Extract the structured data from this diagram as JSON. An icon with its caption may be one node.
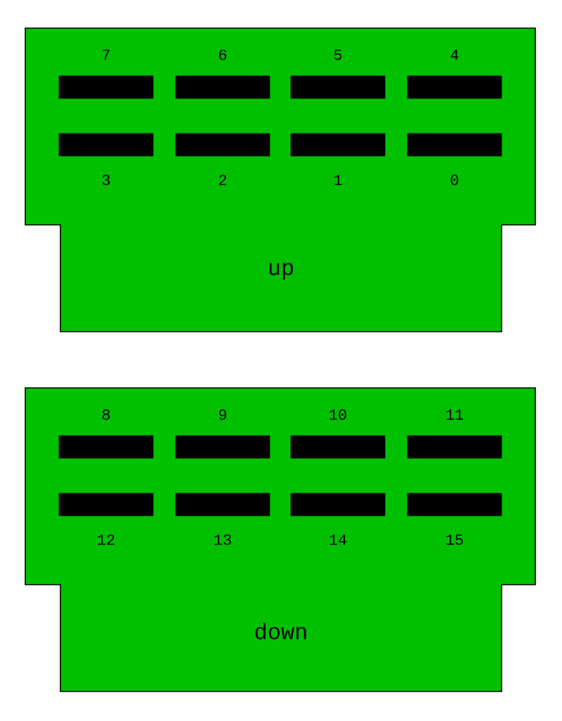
{
  "diagram": {
    "nodes": [
      {
        "text": [
          "up"
        ]
      },
      {
        "text": [],
        "shape": "bar",
        "in": 0,
        "beside": [
          "7"
        ]
      },
      {
        "text": [],
        "shape": "bar",
        "in": 0,
        "beside": [
          "6"
        ]
      },
      {
        "text": [],
        "shape": "bar",
        "in": 0,
        "beside": [
          "5"
        ]
      },
      {
        "text": [],
        "shape": "bar",
        "in": 0,
        "beside": [
          "4"
        ]
      },
      {
        "text": [],
        "shape": "bar",
        "in": 0,
        "beside": [
          "3"
        ]
      },
      {
        "text": [],
        "shape": "bar",
        "in": 0,
        "beside": [
          "2"
        ]
      },
      {
        "text": [],
        "shape": "bar",
        "in": 0,
        "beside": [
          "1"
        ]
      },
      {
        "text": [],
        "shape": "bar",
        "in": 0,
        "beside": [
          "0"
        ]
      },
      {
        "text": [
          "down"
        ]
      },
      {
        "text": [],
        "shape": "bar",
        "in": 9,
        "beside": [
          "8"
        ]
      },
      {
        "text": [],
        "shape": "bar",
        "in": 9,
        "beside": [
          "9"
        ]
      },
      {
        "text": [],
        "shape": "bar",
        "in": 9,
        "beside": [
          "10"
        ]
      },
      {
        "text": [],
        "shape": "bar",
        "in": 9,
        "beside": [
          "11"
        ]
      },
      {
        "text": [],
        "shape": "bar",
        "in": 9,
        "beside": [
          "12"
        ]
      },
      {
        "text": [],
        "shape": "bar",
        "in": 9,
        "beside": [
          "13"
        ]
      },
      {
        "text": [],
        "shape": "bar",
        "in": 9,
        "beside": [
          "14"
        ]
      },
      {
        "text": [],
        "shape": "bar",
        "in": 9,
        "beside": [
          "15"
        ]
      }
    ]
  }
}
